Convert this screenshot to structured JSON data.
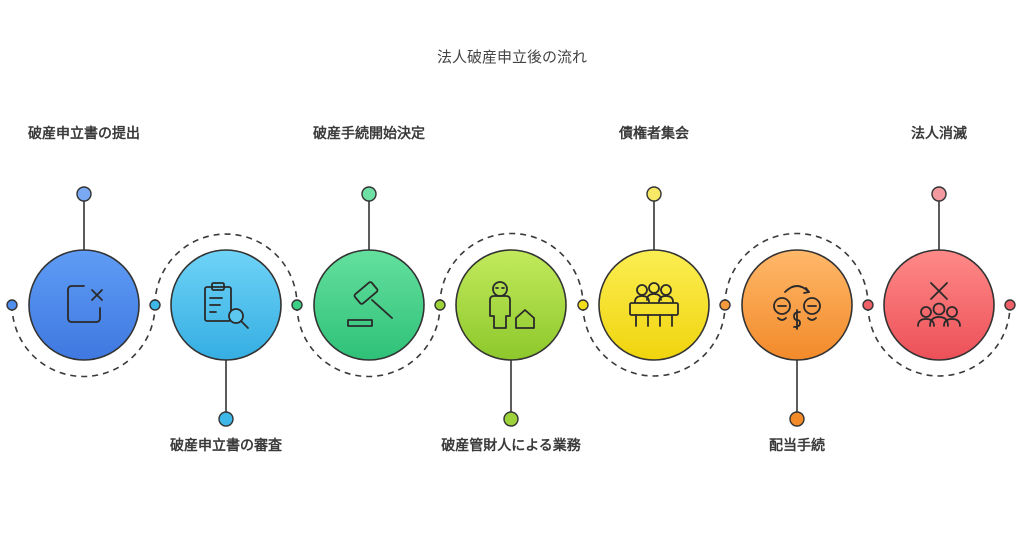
{
  "title": "法人破産申立後の流れ",
  "steps": [
    {
      "label": "破産申立書の提出",
      "color": "#4f8dee",
      "icon": "document-x-icon"
    },
    {
      "label": "破産申立書の審査",
      "color": "#3db8e8",
      "icon": "clipboard-search-icon"
    },
    {
      "label": "破産手続開始決定",
      "color": "#3ecf86",
      "icon": "gavel-icon"
    },
    {
      "label": "破産管財人による業務",
      "color": "#9dd23a",
      "icon": "trustee-house-icon"
    },
    {
      "label": "債権者集会",
      "color": "#f2dd1a",
      "icon": "meeting-table-icon"
    },
    {
      "label": "配当手続",
      "color": "#f59a3c",
      "icon": "money-distribution-icon"
    },
    {
      "label": "法人消滅",
      "color": "#ef5f68",
      "icon": "company-dissolved-icon"
    }
  ]
}
